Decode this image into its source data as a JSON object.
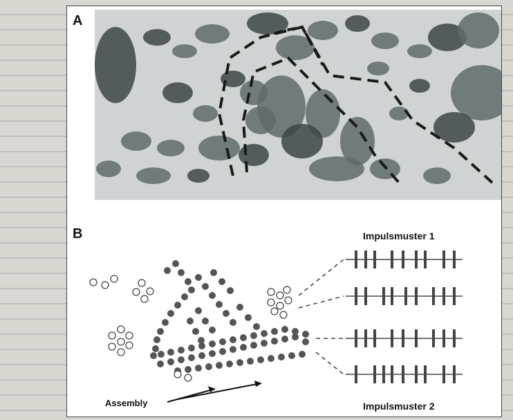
{
  "figure": {
    "panel_a_label": "A",
    "panel_b_label": "B",
    "impulsmuster_1": "Impulsmuster 1",
    "impulsmuster_2": "Impulsmuster 2",
    "assembly": "Assembly"
  },
  "colors": {
    "background_page": "#d9d7d2",
    "frame": "#ffffff",
    "photo_bg": "#cfd3d3",
    "blob": "#5f6b6b",
    "blob_dark": "#3d4747",
    "filled_neuron": "#555555",
    "open_neuron": "#ffffff",
    "spike": "#444444"
  }
}
